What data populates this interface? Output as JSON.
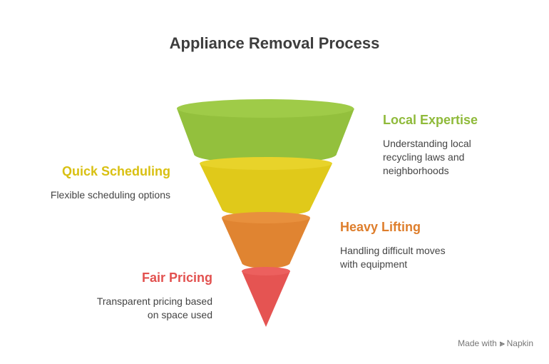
{
  "title": "Appliance Removal Process",
  "stages": [
    {
      "heading": "Local Expertise",
      "description_lines": [
        "Understanding local",
        "recycling laws and",
        "neighborhoods"
      ],
      "color": "#93c03d",
      "top_color": "#9fcb48"
    },
    {
      "heading": "Quick Scheduling",
      "description_lines": [
        "Flexible scheduling options"
      ],
      "color": "#e0c91a",
      "top_color": "#e8d32a"
    },
    {
      "heading": "Heavy Lifting",
      "description_lines": [
        "Handling difficult moves",
        "with equipment"
      ],
      "color": "#e08431",
      "top_color": "#e8903d"
    },
    {
      "heading": "Fair Pricing",
      "description_lines": [
        "Transparent pricing based",
        "on space used"
      ],
      "color": "#e55452",
      "top_color": "#ec605e"
    }
  ],
  "footer": {
    "made_with": "Made with",
    "brand": "Napkin",
    "icon": "napkin-logo-icon"
  }
}
